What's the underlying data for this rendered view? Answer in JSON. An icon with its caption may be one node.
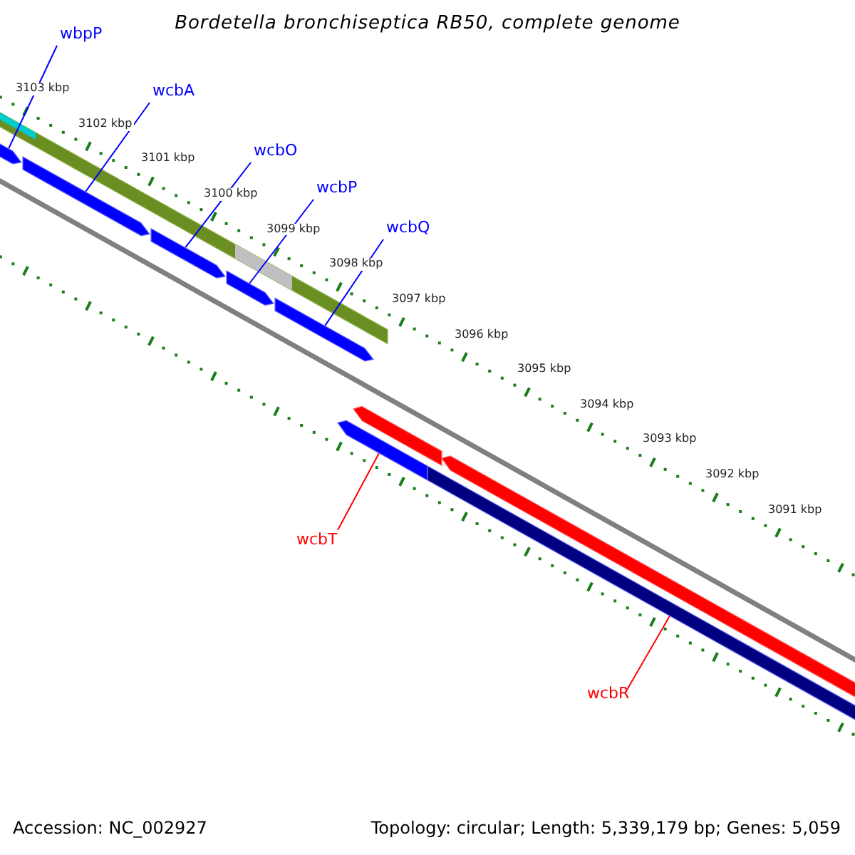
{
  "diagram": {
    "title": "Bordetella bronchiseptica RB50, complete genome",
    "nodes": [
      {
        "text": [
          "wbpP"
        ]
      },
      {
        "text": [
          "wcbA"
        ]
      },
      {
        "text": [
          "wcbO"
        ]
      },
      {
        "text": [
          "wcbP"
        ]
      },
      {
        "text": [
          "wcbQ"
        ]
      },
      {
        "text": [
          "wcbT"
        ]
      },
      {
        "text": [
          "wcbR"
        ]
      },
      {
        "text": [],
        "shape": "bar"
      },
      {
        "text": [],
        "shape": "bar"
      },
      {
        "text": [],
        "shape": "bar"
      },
      {
        "text": [],
        "shape": "bar"
      },
      {
        "text": [],
        "shape": "bar"
      },
      {
        "text": [],
        "shape": "bar"
      },
      {
        "text": [],
        "shape": "bar"
      }
    ],
    "edges": [
      {
        "from": 0,
        "to": 7,
        "arrow": "none"
      },
      {
        "from": 1,
        "to": 8,
        "arrow": "none"
      },
      {
        "from": 2,
        "to": 9,
        "arrow": "none"
      },
      {
        "from": 3,
        "to": 10,
        "arrow": "none"
      },
      {
        "from": 4,
        "to": 11,
        "arrow": "none"
      },
      {
        "from": 5,
        "to": 12,
        "arrow": "none",
        "color": "#ff0000"
      },
      {
        "from": 6,
        "to": 13,
        "arrow": "none",
        "color": "#ff0000"
      }
    ],
    "labels": [
      "3103 kbp",
      "3102 kbp",
      "3101 kbp",
      "3100 kbp",
      "3099 kbp",
      "3098 kbp",
      "3097 kbp",
      "3096 kbp",
      "3095 kbp",
      "3094 kbp",
      "3093 kbp",
      "3092 kbp",
      "3091 kbp",
      "Accession: NC_002927",
      "Topology: circular; Length: 5,339,179 bp; Genes: 5,059"
    ]
  }
}
